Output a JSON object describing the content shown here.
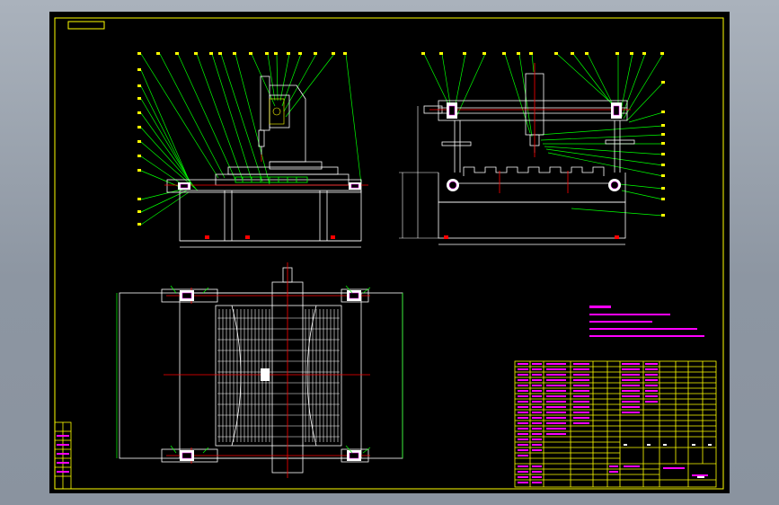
{
  "colors": {
    "background_outer": "#8e97a3",
    "sheet": "#000000",
    "frame": "#ffff00",
    "outline": "#ffffff",
    "leader": "#00ff00",
    "center_line": "#ff0000",
    "annotation": "#ff00ff",
    "hidden": "#00ffff"
  },
  "views": [
    "front-view",
    "side-view",
    "top-view"
  ]
}
